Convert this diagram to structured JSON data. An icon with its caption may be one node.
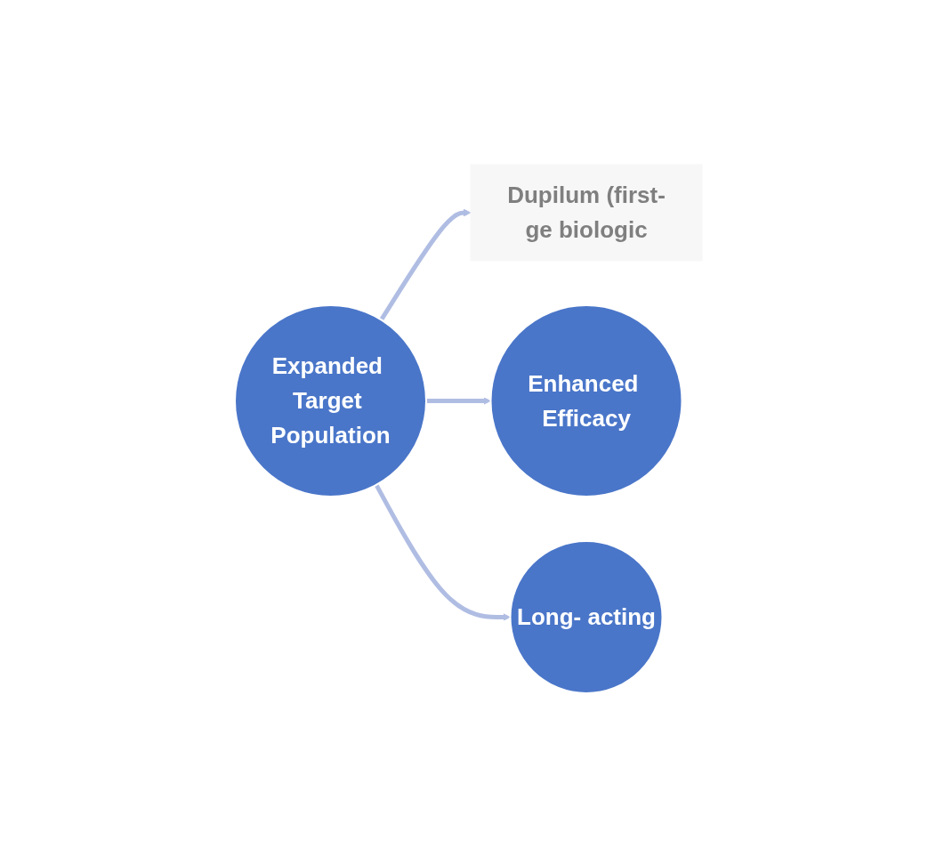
{
  "diagram": {
    "nodes": [
      {
        "text": [
          "Expanded Target Population"
        ]
      },
      {
        "text": [
          "Dupilum (first-ge biologic"
        ]
      },
      {
        "text": [
          "Enhanced Efficacy"
        ]
      },
      {
        "text": [
          "Long- acting"
        ]
      }
    ],
    "edges": [
      {
        "from": 0,
        "to": 1,
        "arrow": "to"
      },
      {
        "from": 0,
        "to": 2,
        "arrow": "to"
      },
      {
        "from": 0,
        "to": 3,
        "arrow": "to"
      }
    ]
  }
}
